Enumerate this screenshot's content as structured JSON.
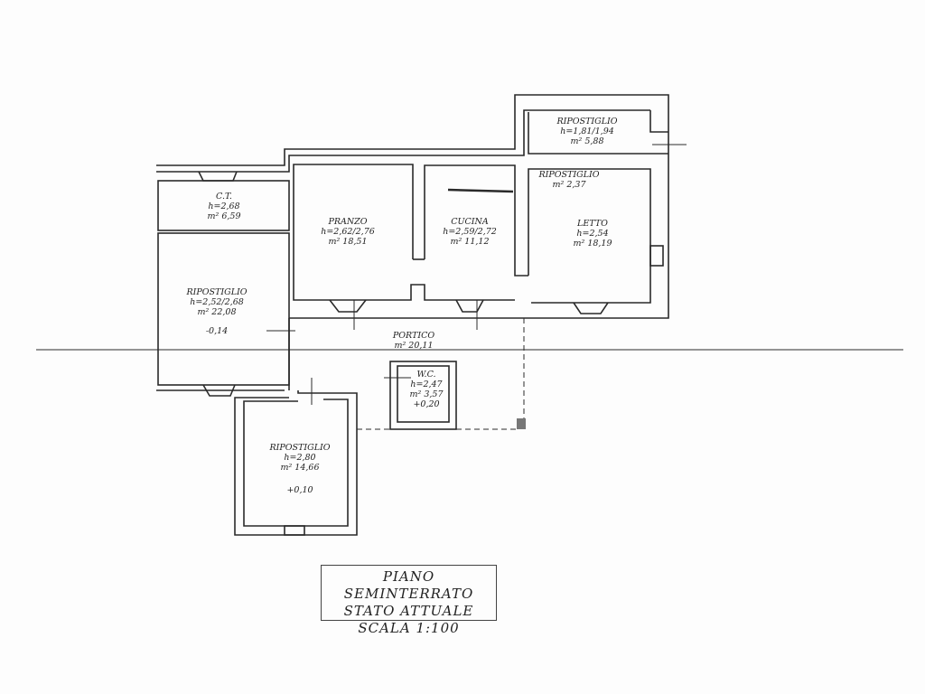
{
  "rooms": [
    {
      "id": "ct",
      "name": "C.T.",
      "height": "h=2,68",
      "area": "m² 6,59"
    },
    {
      "id": "ripostiglio-west",
      "name": "RIPOSTIGLIO",
      "height": "h=2,52/2,68",
      "area": "m² 22,08",
      "level": "-0,14"
    },
    {
      "id": "pranzo",
      "name": "PRANZO",
      "height": "h=2,62/2,76",
      "area": "m² 18,51"
    },
    {
      "id": "cucina",
      "name": "CUCINA",
      "height": "h=2,59/2,72",
      "area": "m² 11,12"
    },
    {
      "id": "ripostiglio-north",
      "name": "RIPOSTIGLIO",
      "height": "h=1,81/1,94",
      "area": "m² 5,88"
    },
    {
      "id": "ripostiglio-small",
      "name": "RIPOSTIGLIO",
      "area": "m² 2,37"
    },
    {
      "id": "letto",
      "name": "LETTO",
      "height": "h=2,54",
      "area": "m² 18,19"
    },
    {
      "id": "portico",
      "name": "PORTICO",
      "area": "m² 20,11"
    },
    {
      "id": "wc",
      "name": "W.C.",
      "height": "h=2,47",
      "area": "m² 3,57",
      "level": "+0,20"
    },
    {
      "id": "ripostiglio-south",
      "name": "RIPOSTIGLIO",
      "height": "h=2,80",
      "area": "m² 14,66",
      "level": "+0,10"
    }
  ],
  "title": {
    "line1": "PIANO SEMINTERRATO",
    "line2": "STATO ATTUALE",
    "line3": "SCALA 1:100"
  },
  "colors": {
    "ink": "#2a2a2a",
    "paper": "#fdfdfd"
  }
}
